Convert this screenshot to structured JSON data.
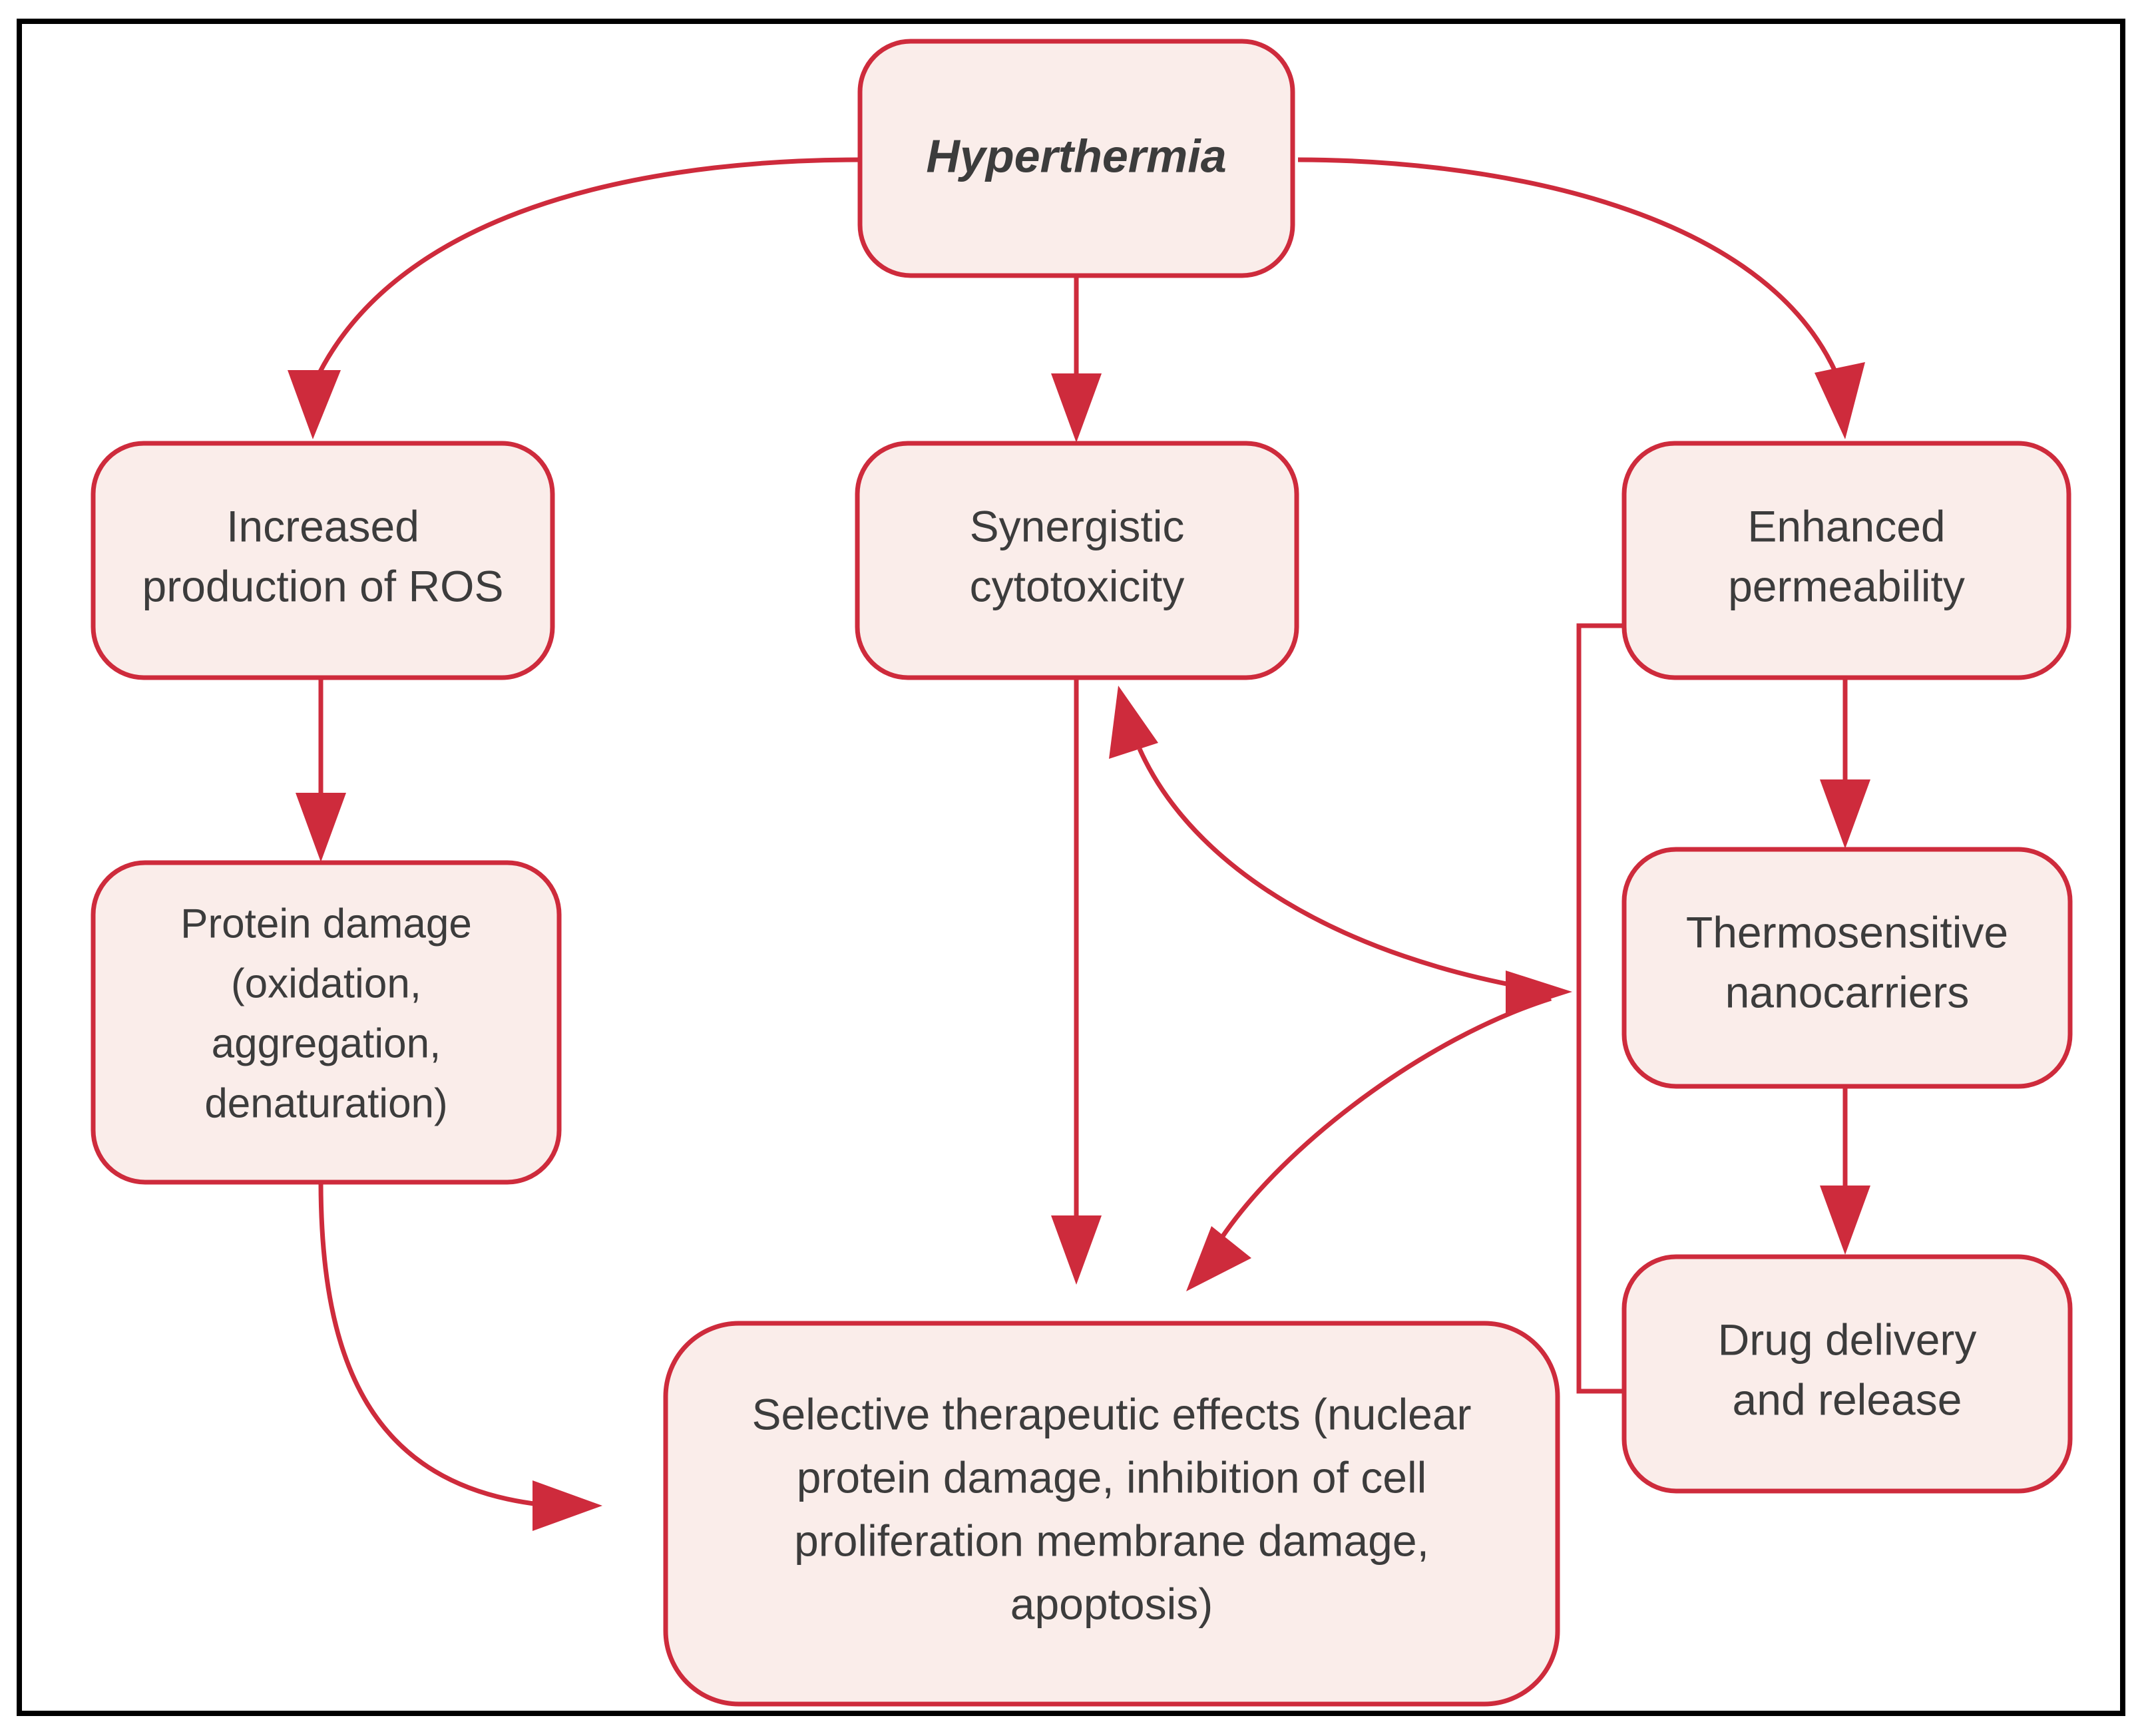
{
  "diagram": {
    "title_node": "Hyperthermia",
    "theme": {
      "node_fill": "#faedea",
      "node_stroke": "#ce2b3c",
      "text_color": "#3c3c3c",
      "frame_color": "#000000",
      "background": "#ffffff"
    },
    "nodes": [
      {
        "id": "hyperthermia",
        "lines": [
          "Hyperthermia"
        ]
      },
      {
        "id": "ros",
        "lines": [
          "Increased",
          "production of ROS"
        ]
      },
      {
        "id": "synergistic",
        "lines": [
          "Synergistic",
          "cytotoxicity"
        ]
      },
      {
        "id": "permeability",
        "lines": [
          "Enhanced",
          "permeability"
        ]
      },
      {
        "id": "protein",
        "lines": [
          "Protein damage",
          "(oxidation,",
          "aggregation,",
          "denaturation)"
        ]
      },
      {
        "id": "nanocarriers",
        "lines": [
          "Thermosensitive",
          "nanocarriers"
        ]
      },
      {
        "id": "drug",
        "lines": [
          "Drug delivery",
          "and release"
        ]
      },
      {
        "id": "selective",
        "lines": [
          "Selective therapeutic effects (nuclear",
          "protein damage, inhibition of cell",
          "proliferation membrane damage,",
          "apoptosis)"
        ]
      }
    ],
    "edges": [
      {
        "from": "hyperthermia",
        "to": "ros"
      },
      {
        "from": "hyperthermia",
        "to": "synergistic"
      },
      {
        "from": "hyperthermia",
        "to": "permeability"
      },
      {
        "from": "ros",
        "to": "protein"
      },
      {
        "from": "protein",
        "to": "selective"
      },
      {
        "from": "synergistic",
        "to": "selective"
      },
      {
        "from": "permeability",
        "to": "nanocarriers"
      },
      {
        "from": "nanocarriers",
        "to": "drug"
      },
      {
        "from": "permeability",
        "to": "nanocarriers-junction"
      },
      {
        "from": "drug",
        "to": "nanocarriers-junction"
      },
      {
        "from": "nanocarriers-junction",
        "to": "synergistic"
      },
      {
        "from": "nanocarriers-junction",
        "to": "selective"
      }
    ]
  }
}
